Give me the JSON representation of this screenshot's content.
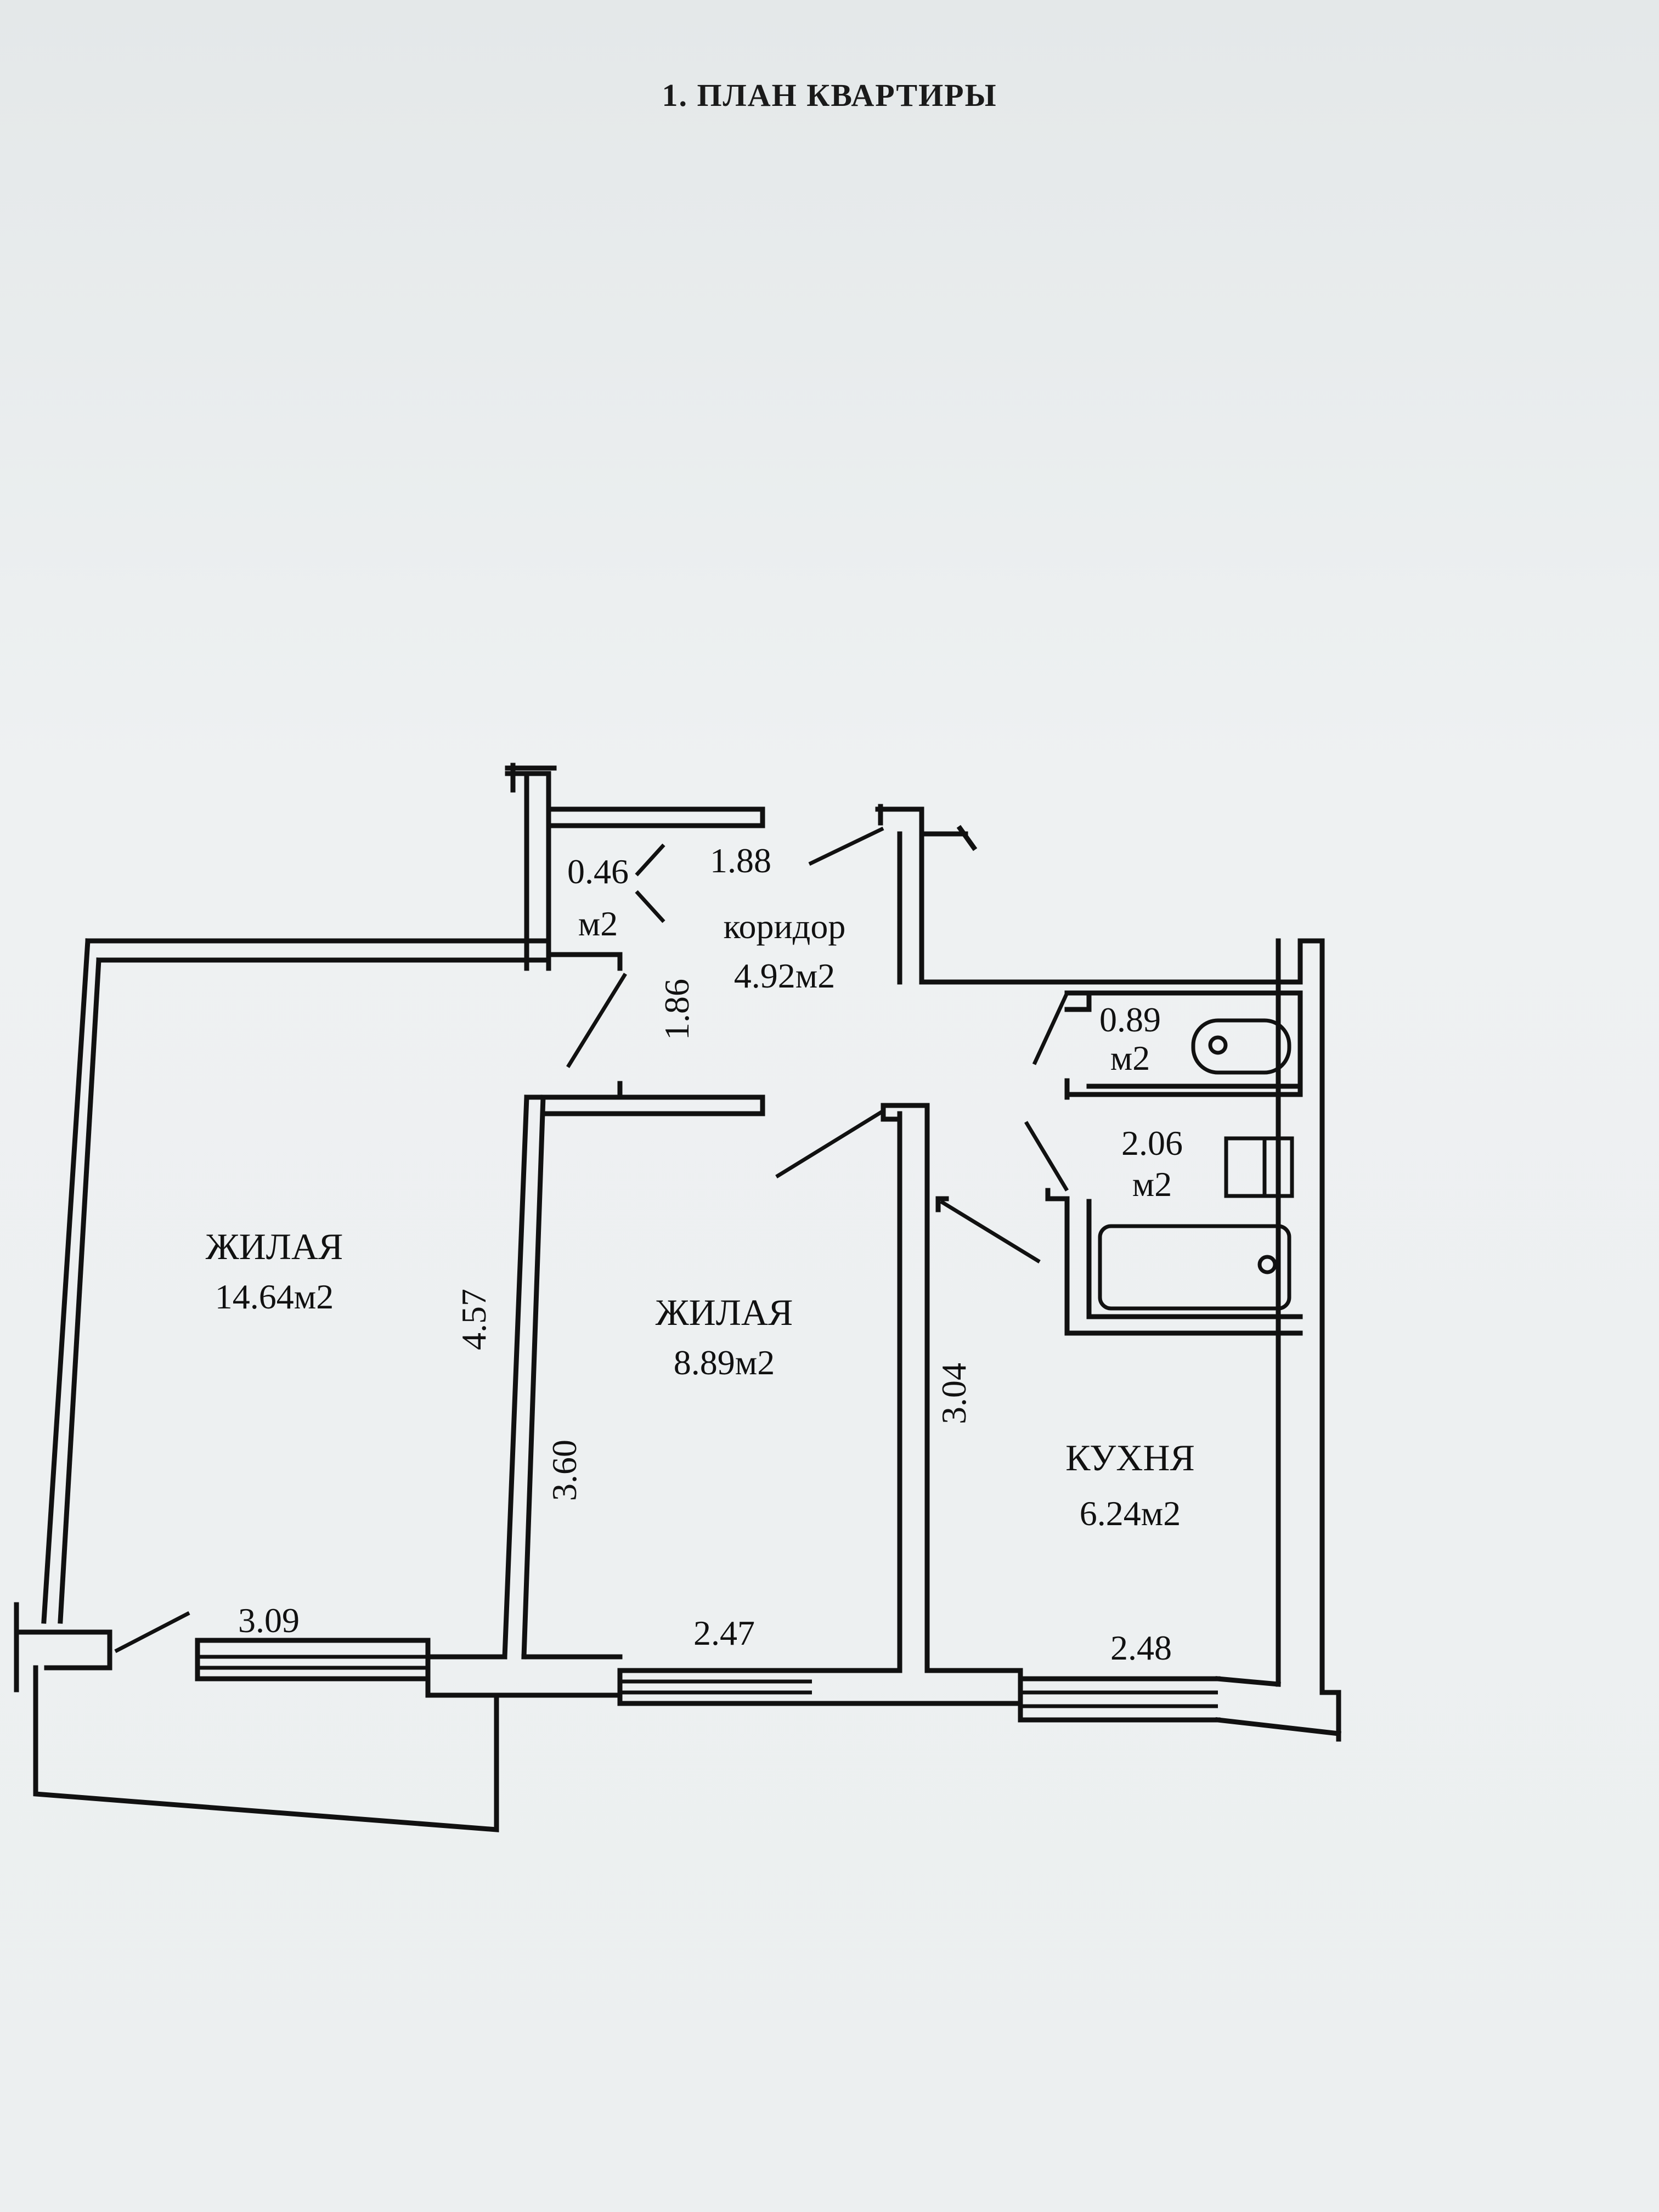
{
  "document": {
    "title": "1. ПЛАН КВАРТИРЫ"
  },
  "rooms": {
    "living_large": {
      "name": "ЖИЛАЯ",
      "area": "14.64м2"
    },
    "living_small": {
      "name": "ЖИЛАЯ",
      "area": "8.89м2"
    },
    "kitchen": {
      "name": "КУХНЯ",
      "area": "6.24м2"
    },
    "corridor": {
      "name": "коридор",
      "area": "4.92м2"
    },
    "storage": {
      "area_value": "0.46",
      "area_unit": "м2"
    },
    "wc": {
      "area_value": "0.89",
      "area_unit": "м2"
    },
    "bathroom": {
      "area_value": "2.06",
      "area_unit": "м2"
    }
  },
  "dimensions": {
    "corridor_length": "1.88",
    "corridor_width": "1.86",
    "living_large_depth": "4.57",
    "living_large_width": "3.09",
    "living_small_depth": "3.60",
    "living_small_width": "2.47",
    "kitchen_depth": "3.04",
    "kitchen_width": "2.48"
  }
}
